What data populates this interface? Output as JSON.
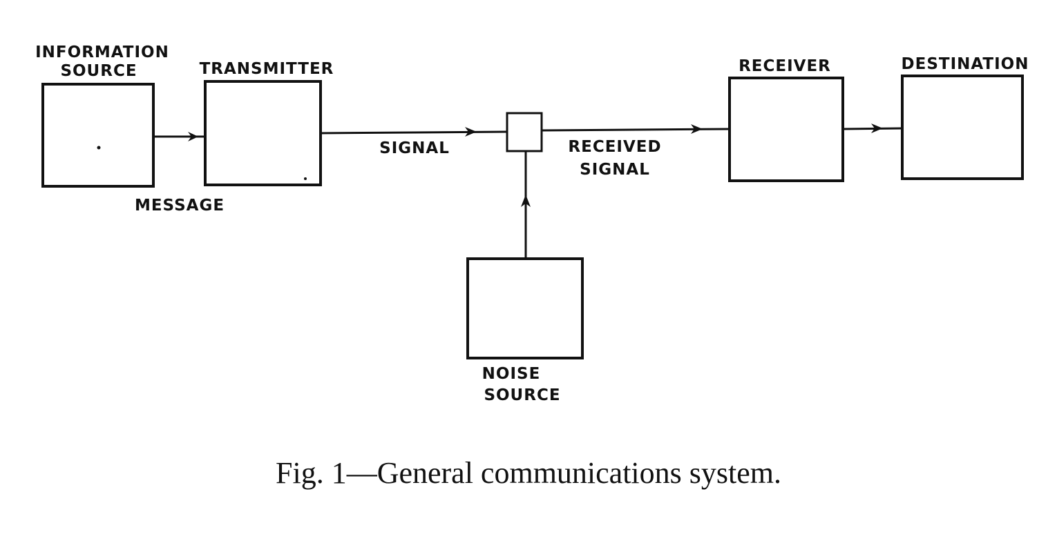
{
  "blocks": {
    "information_source": [
      "INFORMATION",
      "SOURCE"
    ],
    "transmitter": "TRANSMITTER",
    "receiver": "RECEIVER",
    "destination": "DESTINATION",
    "noise_source": [
      "NOISE",
      "SOURCE"
    ]
  },
  "edge_labels": {
    "message": "MESSAGE",
    "signal": "SIGNAL",
    "received_signal": [
      "RECEIVED",
      "SIGNAL"
    ]
  },
  "caption": "Fig. 1—General communications system."
}
